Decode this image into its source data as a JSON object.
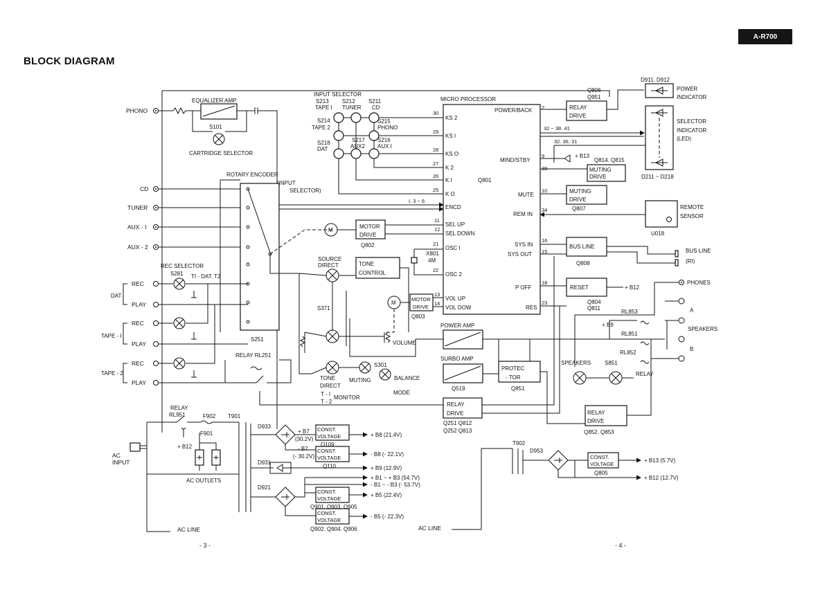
{
  "title": "BLOCK DIAGRAM",
  "model": "A-R700",
  "page_left": "- 3 -",
  "page_right": "- 4 -",
  "left_inputs": [
    "PHONO",
    "CD",
    "TUNER",
    "AUX - I",
    "AUX - 2"
  ],
  "tape_groups": [
    {
      "name": "DAT",
      "rec": "REC",
      "play": "PLAY"
    },
    {
      "name": "TAPE - I",
      "rec": "REC",
      "play": "PLAY"
    },
    {
      "name": "TAPE - 2",
      "rec": "REC",
      "play": "PLAY"
    }
  ],
  "eq_amp": {
    "label": "EQUALIZER AMP.",
    "switch": "S101",
    "note": "CARTRIDGE SELECTOR"
  },
  "input_selector": {
    "header1": "INPUT  SELECTOR",
    "top": [
      "S213",
      "S212",
      "S211"
    ],
    "top_names": [
      "TAPE I",
      "TUNER",
      "CD"
    ],
    "s214": "S214",
    "tape2": "TAPE 2",
    "s215": "S215",
    "phono": "PHONO",
    "s218": "S218",
    "dat": "DAT",
    "s217": "S217",
    "aux2": "AUX2",
    "s216": "S216",
    "aux1": "AUX I"
  },
  "rotary": {
    "label": "ROTARY ENCODER",
    "note1": "(INPUT",
    "note2": "SELECTOR)",
    "id": "S251"
  },
  "rec_selector": {
    "label": "REC SELECTOR",
    "id": "S281",
    "note": "TI - DAT. T2"
  },
  "relay_rl251": "RELAY RL251",
  "micro": {
    "label": "MICRO PROCESSOR",
    "id": "Q801",
    "left_pins": [
      {
        "num": "30",
        "name": "KS 2"
      },
      {
        "num": "29",
        "name": "KS I"
      },
      {
        "num": "28",
        "name": "KS O"
      },
      {
        "num": "27",
        "name": "K 2"
      },
      {
        "num": "26",
        "name": "K I"
      },
      {
        "num": "25",
        "name": "K O"
      },
      {
        "num": "",
        "name": "ENCD"
      },
      {
        "num": "11",
        "name": "SEL UP"
      },
      {
        "num": "12",
        "name": "SEL DOWN"
      },
      {
        "num": "21",
        "name": "OSC I"
      },
      {
        "num": "22",
        "name": "OSC 2"
      },
      {
        "num": "13",
        "name": "VOL UP"
      },
      {
        "num": "14",
        "name": "VOL DOW"
      }
    ],
    "right_pins": [
      {
        "num": "2",
        "name": "POWER/BACK"
      },
      {
        "num": "9",
        "name": "MIND/STBY"
      },
      {
        "num": "39",
        "name": ""
      },
      {
        "num": "10",
        "name": "MUTE"
      },
      {
        "num": "34",
        "name": "REM IN"
      },
      {
        "num": "16",
        "name": "SYS IN"
      },
      {
        "num": "15",
        "name": "SYS OUT"
      },
      {
        "num": "18",
        "name": "P OFF"
      },
      {
        "num": "23",
        "name": "RES"
      }
    ],
    "bus_label": "32 ~ 38. 41",
    "led_label": "32. 36. 31",
    "encd_label": "I. 3 ~ 6"
  },
  "motor_drive": {
    "label1": "MOTOR",
    "label2": "DRIVE",
    "id": "Q802"
  },
  "motor_drive2": {
    "label1": "MOTOR",
    "label2": "DRIVE",
    "id": "Q803"
  },
  "motor_symbol": "M",
  "crystal": {
    "id": "X801",
    "freq": "4M"
  },
  "source_direct": {
    "label1": "SOURCE",
    "label2": "DIRECT",
    "s371": "S371"
  },
  "tone_control": {
    "label1": "TONE",
    "label2": "CONTROL"
  },
  "tone_direct": {
    "label1": "TONE",
    "label2": "DIRECT",
    "muting": "MUTING",
    "s301": "S301",
    "balance": "BALANCE",
    "mode": "MODE",
    "volume": "VOLUME",
    "monitor1": "T - I",
    "monitor2": "T - 2",
    "monitor": "MONITOR"
  },
  "power_amp": {
    "label": "POWER AMP",
    "surbo": "SURBO AMP",
    "id": "Q519"
  },
  "protector": {
    "label1": "PROTEC",
    "label2": "- TOR",
    "id": "Q851"
  },
  "relay_drive_main": {
    "label1": "RELAY",
    "label2": "DRIVE",
    "id1": "Q251  Q812",
    "id2": "Q252  Q813"
  },
  "relay_drive_spk": {
    "label1": "RELAY",
    "label2": "DRIVE",
    "id": "Q852. Q853"
  },
  "relay_drive_pwr": {
    "label1": "RELAY",
    "label2": "DRIVE",
    "id1": "Q806",
    "id2": "Q951"
  },
  "muting_drive1": {
    "label1": "MUTING",
    "label2": "DRIVE",
    "id": "Q814. Q815"
  },
  "muting_drive2": {
    "label1": "MUTING",
    "label2": "DRIVE",
    "id": "Q807"
  },
  "remote": {
    "label1": "REMOTE",
    "label2": "SENSOR",
    "id": "U018"
  },
  "bus_line": {
    "box": "BUS LINE",
    "id": "Q808",
    "out1": "BUS LINE",
    "out2": "(RI)"
  },
  "reset": {
    "box": "RESET",
    "supply": "+ B12",
    "id1": "Q804",
    "id2": "Q811"
  },
  "b13": "+ B13",
  "indicators": {
    "power": {
      "id": "D911. D912",
      "l1": "POWER",
      "l2": "INDICATOR"
    },
    "selector": {
      "l1": "SELECTOR",
      "l2": "INDICATOR",
      "l3": "(LED)",
      "id": "D211 ~ D218"
    }
  },
  "phones": "PHONES",
  "speakers": {
    "label": "SPEAKERS",
    "a": "A",
    "b": "B",
    "rl853": "RL853",
    "rl851": "RL851",
    "rl852": "RL852",
    "b9": "+ B9",
    "sw": "SPEAKERS",
    "s851": "S851",
    "relay": "RELAY"
  },
  "power_supply": {
    "relay": "RELAY",
    "rl951": "RL951",
    "f902": "F902",
    "t901": "T901",
    "f901": "F901",
    "b12": "+ B12",
    "ac_input1": "AC",
    "ac_input2": "INPUT",
    "ac_outlets": "AC OUTLETS",
    "ac_line": "AC  LINE",
    "d933": "D933",
    "d931": "D931",
    "d921": "D921",
    "b7p": "+ B7",
    "b7pv": "(30.2V)",
    "b7n": "- B7",
    "b7nv": "(- 30.2V)",
    "q109": "Q109",
    "q110": "Q110",
    "cv1": "CONST.",
    "cv2": "VOLTAGE",
    "q9a": "Q901. Q903. Q905",
    "q9b": "Q902. Q904. Q906",
    "out_b8p": "+ B8  (21.4V)",
    "out_b8n": "- B8  (- 22.1V)",
    "out_b9": "+ B9 (12.9V)",
    "out_b1p": "+ B1 ~ + B3 (54.7V)",
    "out_b1n": "- B1 ~ - B3 (- 53.7V)",
    "out_b5p": "+ B5  (22.4V)",
    "out_b5n": "- B5 (- 22.3V)"
  },
  "standby_supply": {
    "t902": "T902",
    "d953": "D953",
    "q805": "Q805",
    "out_b13": "+ B13 (5.7V)",
    "out_b12": "+ B12 (12.7V)",
    "ac_line": "AC  LINE"
  }
}
